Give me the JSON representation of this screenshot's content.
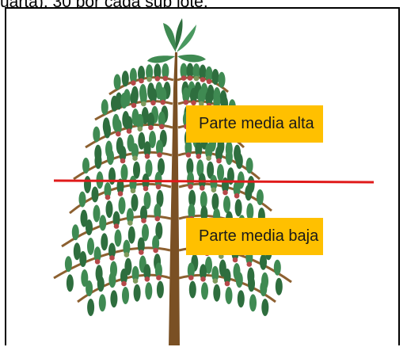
{
  "caption": "uarta), 30 por cada sub lote.",
  "labels": {
    "upper": "Parte media alta",
    "lower": "Parte media baja"
  },
  "colors": {
    "leaf": "#3f8a52",
    "leaf_dark": "#2e6e3e",
    "trunk": "#7a5024",
    "branch": "#8d6030",
    "berry_red": "#b54848",
    "berry_green": "#7e9a5c",
    "divider_line": "#e01b1b",
    "label_fill": "#ffc000"
  }
}
